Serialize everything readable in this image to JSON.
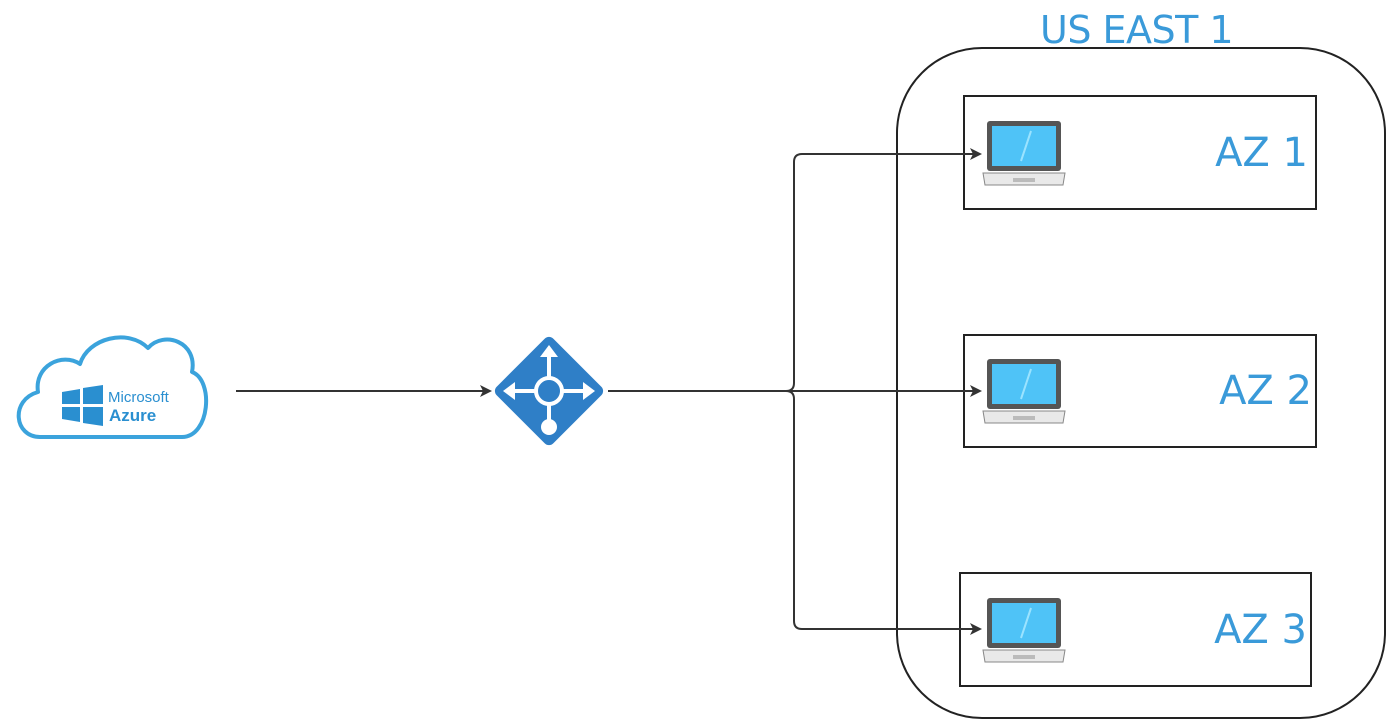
{
  "region": {
    "title": "US EAST 1"
  },
  "source": {
    "brand": "Microsoft",
    "product": "Azure",
    "icon": "azure-cloud-icon"
  },
  "router": {
    "icon": "load-balancer-icon"
  },
  "zones": [
    {
      "label": "AZ 1",
      "icon": "laptop-icon"
    },
    {
      "label": "AZ 2",
      "icon": "laptop-icon"
    },
    {
      "label": "AZ 3",
      "icon": "laptop-icon"
    }
  ],
  "colors": {
    "accent": "#3a9ad9",
    "router_fill": "#2f7fc7",
    "laptop_screen": "#4fc3f7",
    "line": "#333333"
  }
}
